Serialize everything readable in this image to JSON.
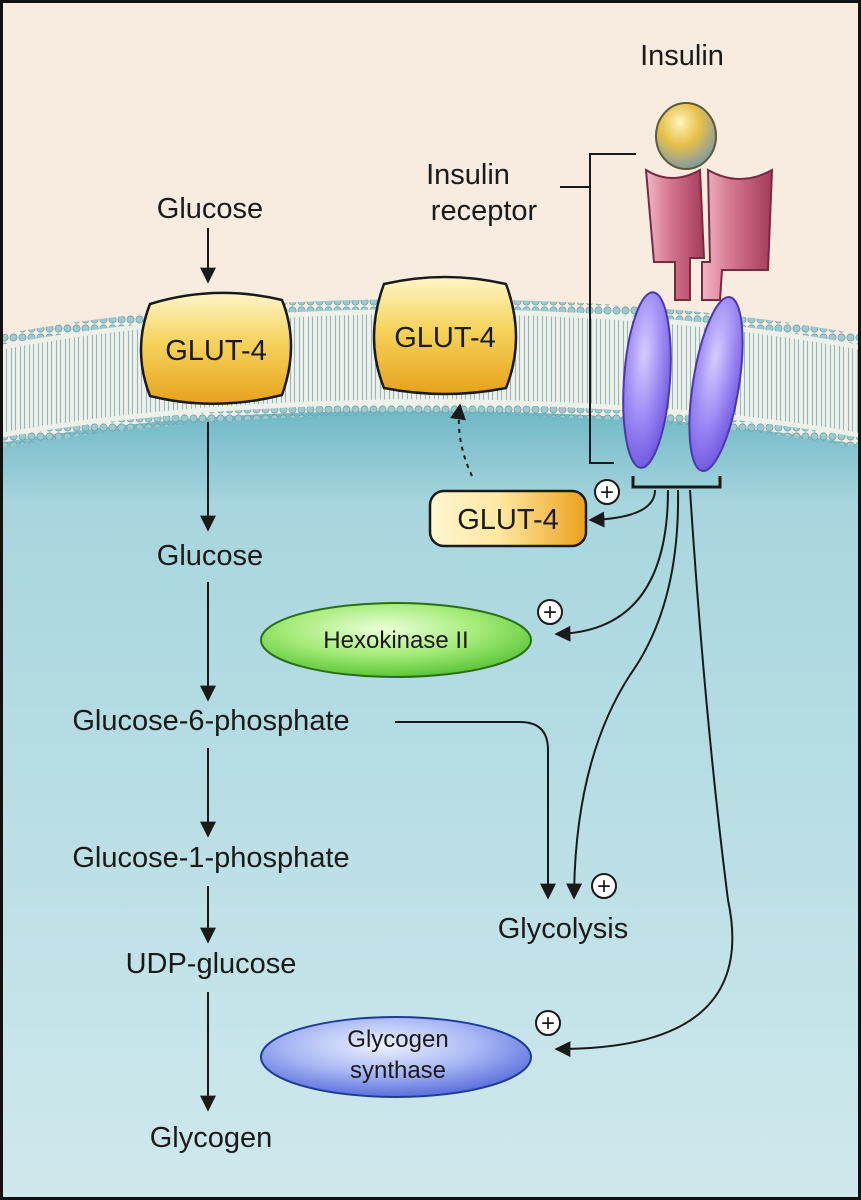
{
  "labels": {
    "insulin": "Insulin",
    "insulin_receptor_line1": "Insulin",
    "insulin_receptor_line2": "receptor",
    "glucose_outside": "Glucose",
    "glut4_membrane_left": "GLUT-4",
    "glut4_membrane_right": "GLUT-4",
    "glut4_vesicle": "GLUT-4",
    "glucose_inside": "Glucose",
    "hexokinase": "Hexokinase II",
    "glucose_6_phosphate": "Glucose-6-phosphate",
    "glucose_1_phosphate": "Glucose-1-phosphate",
    "udp_glucose": "UDP-glucose",
    "glycogen": "Glycogen",
    "glycolysis": "Glycolysis",
    "glycogen_synthase_line1": "Glycogen",
    "glycogen_synthase_line2": "synthase",
    "plus_sign": "+"
  },
  "colors": {
    "extracellular": "#f8ece0",
    "cytoplasm": "#a8d7df",
    "glut4": "#f2c23a",
    "hexokinase": "#7ed957",
    "glycogen_synthase": "#6f87e8",
    "receptor_alpha": "#c95a74",
    "receptor_beta": "#8f7cf0",
    "insulin": "#d6b13e"
  }
}
